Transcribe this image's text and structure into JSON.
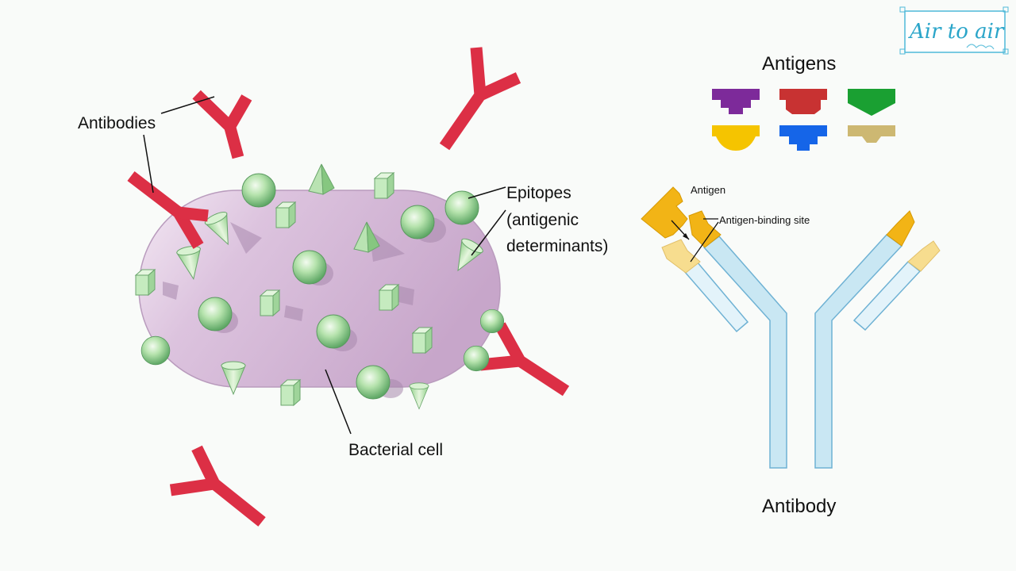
{
  "logo": {
    "text": "Air to air",
    "color": "#2aa5c9"
  },
  "labels": {
    "antibodies": "Antibodies",
    "epitopes_line1": "Epitopes",
    "epitopes_line2": "(antigenic",
    "epitopes_line3": "determinants)",
    "bacterial_cell": "Bacterial cell",
    "antigens_title": "Antigens",
    "antigen": "Antigen",
    "antigen_binding_site": "Antigen-binding site",
    "antibody": "Antibody"
  },
  "colors": {
    "antibody_red": "#dc2f45",
    "cell_fill": "#d3b8d6",
    "epitope_green": "#a9dca3",
    "antibody_blue": "#c9e7f3",
    "antibody_blue_edge": "#6fb2d4",
    "antigen_orange": "#f2b416",
    "antigen_light": "#f7dd8f"
  },
  "antigen_swatches": [
    {
      "color": "#7d2a9a"
    },
    {
      "color": "#c83232"
    },
    {
      "color": "#1aa032"
    },
    {
      "color": "#f5c400"
    },
    {
      "color": "#1565e8"
    },
    {
      "color": "#cdb872"
    }
  ]
}
